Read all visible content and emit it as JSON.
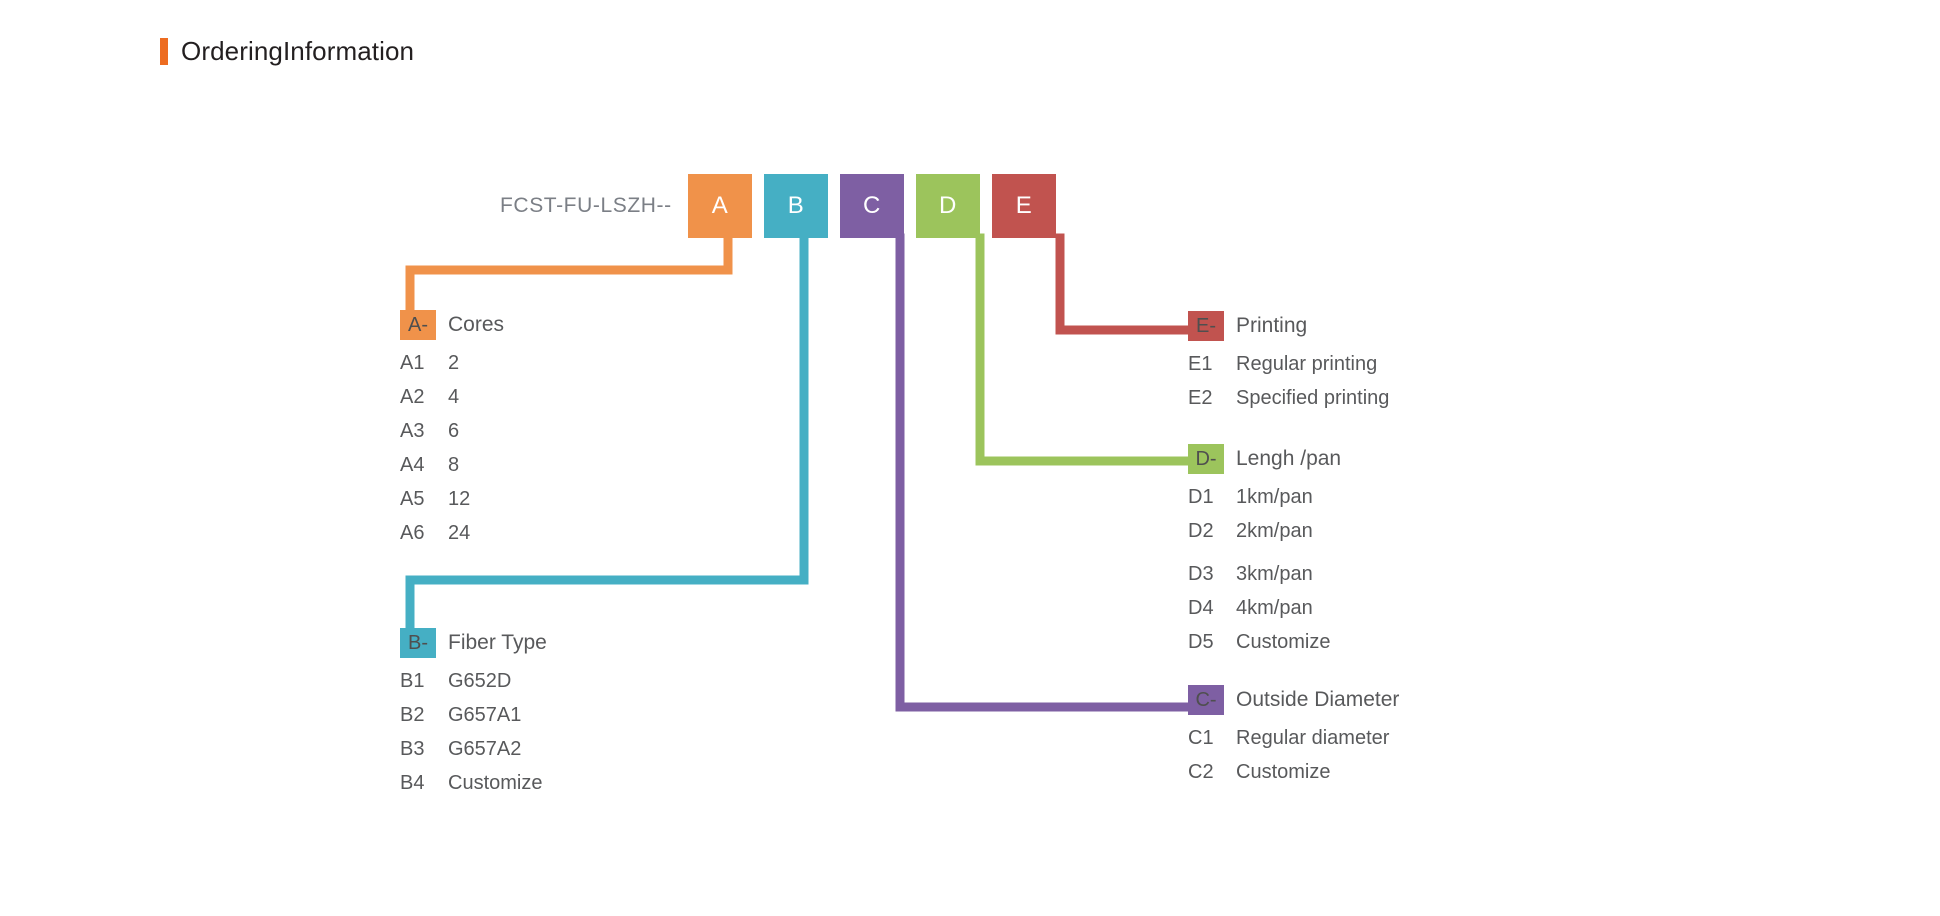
{
  "header": {
    "title": "OrderingInformation",
    "accent_color": "#ED6C21"
  },
  "part_number": {
    "prefix": "FCST-FU-LSZH--",
    "segments": [
      {
        "code": "A",
        "color": "#F0924A"
      },
      {
        "code": "B",
        "color": "#45AFC4"
      },
      {
        "code": "C",
        "color": "#7E5FA3"
      },
      {
        "code": "D",
        "color": "#9CC45C"
      },
      {
        "code": "E",
        "color": "#C1534F"
      }
    ]
  },
  "legends": {
    "a": {
      "tag": "A-",
      "title": "Cores",
      "color": "#F0924A",
      "rows": [
        {
          "code": "A1",
          "value": "2"
        },
        {
          "code": "A2",
          "value": "4"
        },
        {
          "code": "A3",
          "value": "6"
        },
        {
          "code": "A4",
          "value": "8"
        },
        {
          "code": "A5",
          "value": "12"
        },
        {
          "code": "A6",
          "value": "24"
        }
      ]
    },
    "b": {
      "tag": "B-",
      "title": "Fiber Type",
      "color": "#45AFC4",
      "rows": [
        {
          "code": "B1",
          "value": "G652D"
        },
        {
          "code": "B2",
          "value": "G657A1"
        },
        {
          "code": "B3",
          "value": "G657A2"
        },
        {
          "code": "B4",
          "value": "Customize"
        }
      ]
    },
    "c": {
      "tag": "C-",
      "title": "Outside Diameter",
      "color": "#7E5FA3",
      "rows": [
        {
          "code": "C1",
          "value": "Regular diameter"
        },
        {
          "code": "C2",
          "value": "Customize"
        }
      ]
    },
    "d": {
      "tag": "D-",
      "title": "Lengh /pan",
      "color": "#9CC45C",
      "rows": [
        {
          "code": "D1",
          "value": "1km/pan"
        },
        {
          "code": "D2",
          "value": "2km/pan"
        },
        {
          "code": "D3",
          "value": "3km/pan"
        },
        {
          "code": "D4",
          "value": "4km/pan"
        },
        {
          "code": "D5",
          "value": "Customize"
        }
      ]
    },
    "e": {
      "tag": "E-",
      "title": "Printing",
      "color": "#C1534F",
      "rows": [
        {
          "code": "E1",
          "value": "Regular printing"
        },
        {
          "code": "E2",
          "value": "Specified printing"
        }
      ]
    }
  }
}
